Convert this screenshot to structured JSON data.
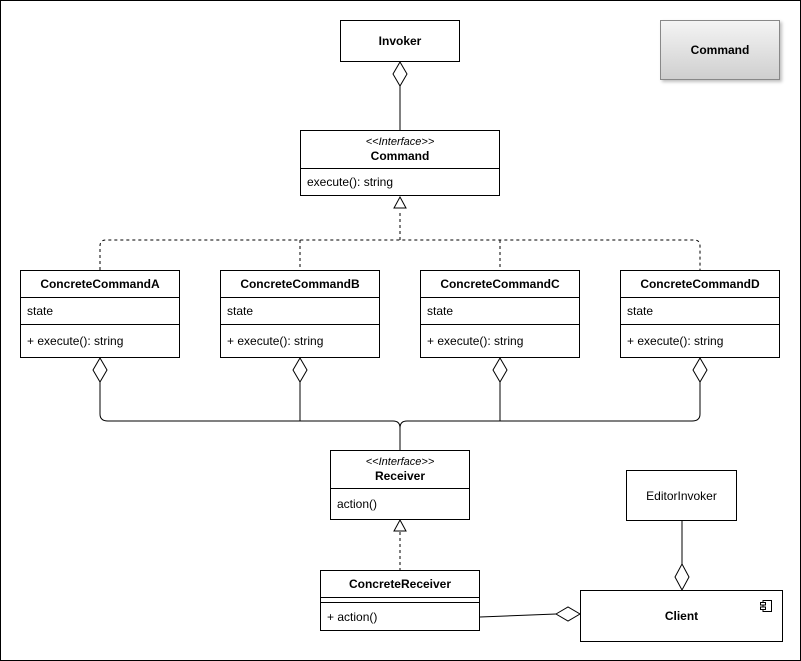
{
  "invoker": {
    "name": "Invoker"
  },
  "legend": {
    "label": "Command"
  },
  "command": {
    "stereotype": "<<Interface>>",
    "name": "Command",
    "method": "execute(): string"
  },
  "concrete_commands": [
    {
      "name": "ConcreteCommandA",
      "attribute": "state",
      "method": "+ execute(): string"
    },
    {
      "name": "ConcreteCommandB",
      "attribute": "state",
      "method": "+ execute(): string"
    },
    {
      "name": "ConcreteCommandC",
      "attribute": "state",
      "method": "+ execute(): string"
    },
    {
      "name": "ConcreteCommandD",
      "attribute": "state",
      "method": "+ execute(): string"
    }
  ],
  "receiver": {
    "stereotype": "<<Interface>>",
    "name": "Receiver",
    "method": "action()"
  },
  "concrete_receiver": {
    "name": "ConcreteReceiver",
    "method": "+ action()"
  },
  "editor_invoker": {
    "name": "EditorInvoker"
  },
  "client": {
    "name": "Client"
  }
}
